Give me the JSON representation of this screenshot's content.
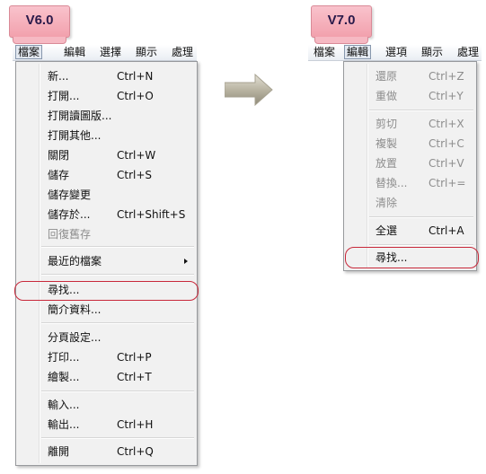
{
  "left": {
    "version_label": "V6.0",
    "menubar": [
      "檔案",
      "編輯",
      "選擇",
      "顯示",
      "處理"
    ],
    "active_menu_index": 0,
    "items": [
      {
        "label": "新...",
        "shortcut": "Ctrl+N"
      },
      {
        "label": "打開...",
        "shortcut": "Ctrl+O"
      },
      {
        "label": "打開讀圖版...",
        "shortcut": ""
      },
      {
        "label": "打開其他...",
        "shortcut": ""
      },
      {
        "label": "關閉",
        "shortcut": "Ctrl+W"
      },
      {
        "label": "儲存",
        "shortcut": "Ctrl+S"
      },
      {
        "label": "儲存變更",
        "shortcut": ""
      },
      {
        "label": "儲存於...",
        "shortcut": "Ctrl+Shift+S"
      },
      {
        "label": "回復舊存",
        "shortcut": "",
        "disabled": true
      },
      {
        "label": "最近的檔案",
        "shortcut": "",
        "submenu": true
      },
      {
        "label": "尋找...",
        "shortcut": "",
        "highlighted": true
      },
      {
        "label": "簡介資料...",
        "shortcut": ""
      },
      {
        "label": "分頁設定...",
        "shortcut": ""
      },
      {
        "label": "打印...",
        "shortcut": "Ctrl+P"
      },
      {
        "label": "繪製...",
        "shortcut": "Ctrl+T"
      },
      {
        "label": "輸入...",
        "shortcut": ""
      },
      {
        "label": "輸出...",
        "shortcut": "Ctrl+H"
      },
      {
        "label": "離開",
        "shortcut": "Ctrl+Q"
      }
    ]
  },
  "right": {
    "version_label": "V7.0",
    "menubar": [
      "檔案",
      "編輯",
      "選項",
      "顯示",
      "處理"
    ],
    "active_menu_index": 1,
    "items": [
      {
        "label": "還原",
        "shortcut": "Ctrl+Z",
        "disabled": true
      },
      {
        "label": "重做",
        "shortcut": "Ctrl+Y",
        "disabled": true
      },
      {
        "label": "剪切",
        "shortcut": "Ctrl+X",
        "disabled": true
      },
      {
        "label": "複製",
        "shortcut": "Ctrl+C",
        "disabled": true
      },
      {
        "label": "放置",
        "shortcut": "Ctrl+V",
        "disabled": true
      },
      {
        "label": "替換...",
        "shortcut": "Ctrl+=",
        "disabled": true
      },
      {
        "label": "清除",
        "shortcut": "",
        "disabled": true
      },
      {
        "label": "全選",
        "shortcut": "Ctrl+A"
      },
      {
        "label": "尋找...",
        "shortcut": "",
        "highlighted": true
      }
    ]
  },
  "arrow_icon": "right-arrow-icon",
  "colors": {
    "tag_fill": "#f4aab6",
    "highlight_outline": "#c8283a",
    "menu_bg": "#f1f1f1"
  }
}
